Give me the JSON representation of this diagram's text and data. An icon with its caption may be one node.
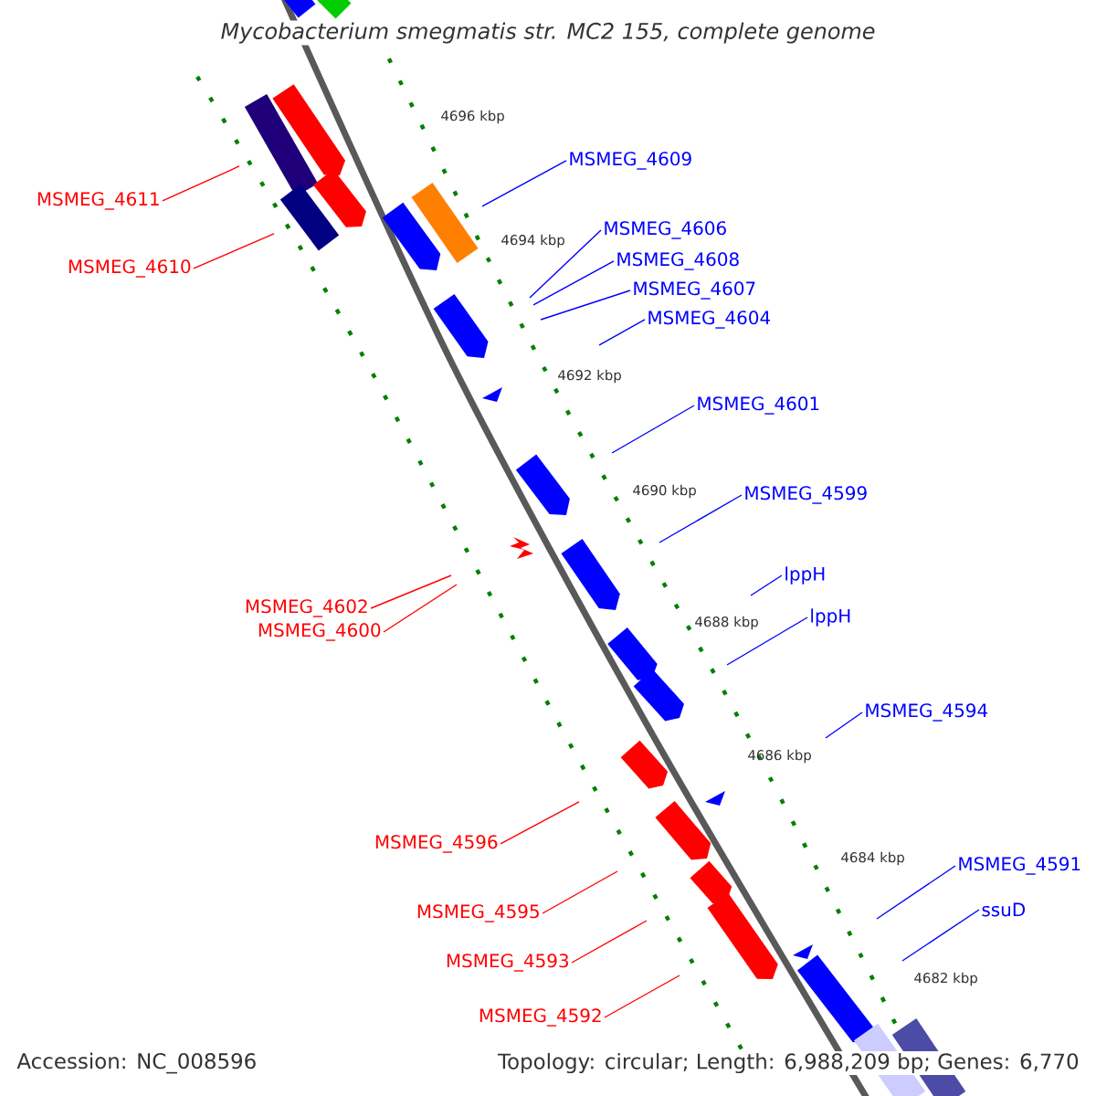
{
  "diagram": {
    "title": "*Mycobacterium smegmatis* str. MC2 155, complete genome",
    "nodes": [
      {
        "text": [
          "MSMEG_4609"
        ]
      },
      {
        "text": [
          "MSMEG_4611"
        ]
      },
      {
        "text": [
          "MSMEG_4606"
        ]
      },
      {
        "text": [
          "MSMEG_4608"
        ]
      },
      {
        "text": [
          "MSMEG_4610"
        ]
      },
      {
        "text": [
          "MSMEG_4607"
        ]
      },
      {
        "text": [
          "MSMEG_4604"
        ]
      },
      {
        "text": [
          "MSMEG_4601"
        ]
      },
      {
        "text": [
          "MSMEG_4599"
        ]
      },
      {
        "text": [
          "lppH"
        ]
      },
      {
        "text": [
          "MSMEG_4602"
        ]
      },
      {
        "text": [
          "lppH"
        ]
      },
      {
        "text": [
          "MSMEG_4600"
        ]
      },
      {
        "text": [
          "MSMEG_4594"
        ]
      },
      {
        "text": [
          "MSMEG_4596"
        ]
      },
      {
        "text": [
          "MSMEG_4591"
        ]
      },
      {
        "text": [
          "ssuD"
        ]
      },
      {
        "text": [
          "MSMEG_4595"
        ]
      },
      {
        "text": [
          "MSMEG_4593"
        ]
      },
      {
        "text": [
          "MSMEG_4592"
        ]
      }
    ],
    "edges": [
      {
        "from": 0,
        "to": null,
        "arrow": "none"
      },
      {
        "from": 1,
        "to": null,
        "arrow": "none",
        "color": "#ff0000"
      },
      {
        "from": 2,
        "to": null,
        "arrow": "none"
      },
      {
        "from": 3,
        "to": null,
        "arrow": "none"
      },
      {
        "from": 4,
        "to": null,
        "arrow": "none",
        "color": "#ff0000"
      },
      {
        "from": 5,
        "to": null,
        "arrow": "none"
      },
      {
        "from": 6,
        "to": null,
        "arrow": "none"
      },
      {
        "from": 7,
        "to": null,
        "arrow": "none"
      },
      {
        "from": 8,
        "to": null,
        "arrow": "none"
      },
      {
        "from": 9,
        "to": null,
        "arrow": "none"
      },
      {
        "from": 10,
        "to": null,
        "arrow": "none",
        "color": "#ff0000"
      },
      {
        "from": 11,
        "to": null,
        "arrow": "none"
      },
      {
        "from": 12,
        "to": null,
        "arrow": "none",
        "color": "#ff0000"
      },
      {
        "from": 13,
        "to": null,
        "arrow": "none"
      },
      {
        "from": 14,
        "to": null,
        "arrow": "none",
        "color": "#ff0000"
      },
      {
        "from": 15,
        "to": null,
        "arrow": "none"
      },
      {
        "from": 16,
        "to": null,
        "arrow": "none"
      },
      {
        "from": 17,
        "to": null,
        "arrow": "none",
        "color": "#ff0000"
      },
      {
        "from": 18,
        "to": null,
        "arrow": "none",
        "color": "#ff0000"
      },
      {
        "from": 19,
        "to": null,
        "arrow": "none",
        "color": "#ff0000"
      }
    ],
    "labels": [
      "4696 kbp",
      "4694 kbp",
      "4692 kbp",
      "4690 kbp",
      "4688 kbp",
      "4686 kbp",
      "4684 kbp",
      "4682 kbp",
      "Accession: NC_008596",
      "Topology: circular; Length: 6,988,209 bp; Genes: 6,770"
    ]
  }
}
